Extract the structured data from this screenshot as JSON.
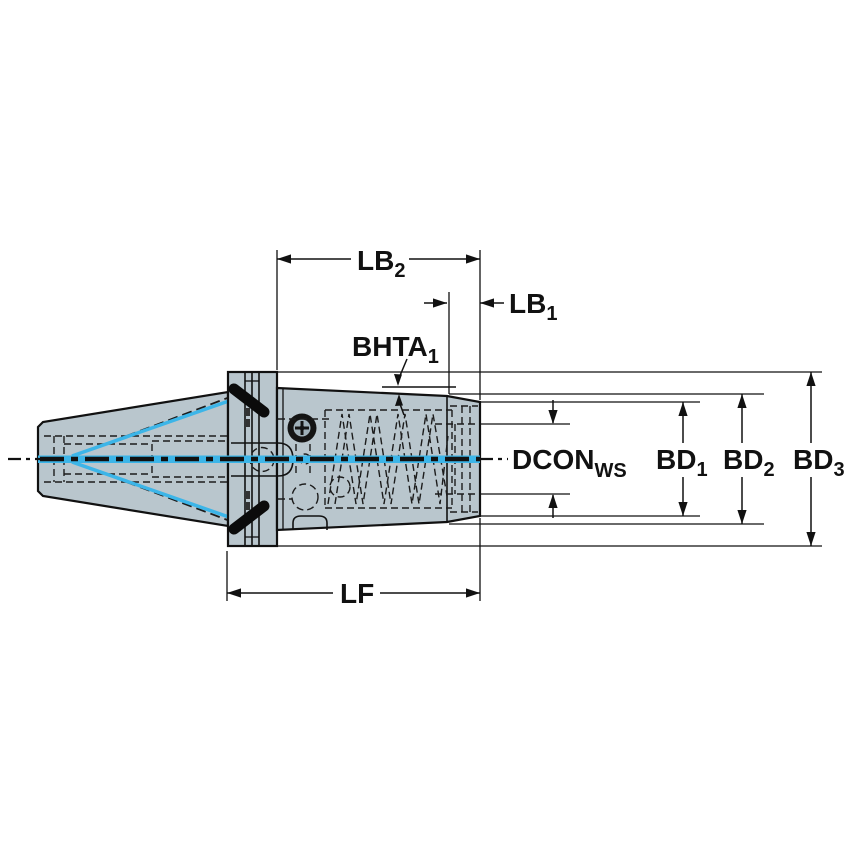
{
  "diagram": {
    "type": "technical-dimension-drawing",
    "subject": "milling tool holder / adaptor side view with dimension callouts",
    "labels": {
      "lb2": {
        "base": "LB",
        "sub": "2"
      },
      "lb1": {
        "base": "LB",
        "sub": "1"
      },
      "bhta1": {
        "base": "BHTA",
        "sub": "1"
      },
      "dcon": {
        "base": "DCON",
        "sub": "WS"
      },
      "bd1": {
        "base": "BD",
        "sub": "1"
      },
      "bd2": {
        "base": "BD",
        "sub": "2"
      },
      "bd3": {
        "base": "BD",
        "sub": "3"
      },
      "lf": {
        "base": "LF",
        "sub": ""
      }
    },
    "colors": {
      "background": "#ffffff",
      "body_fill": "#b9c6cd",
      "outline": "#111111",
      "highlight_cyan": "#3cb5e8",
      "pin_black": "#0b0b0b"
    }
  }
}
